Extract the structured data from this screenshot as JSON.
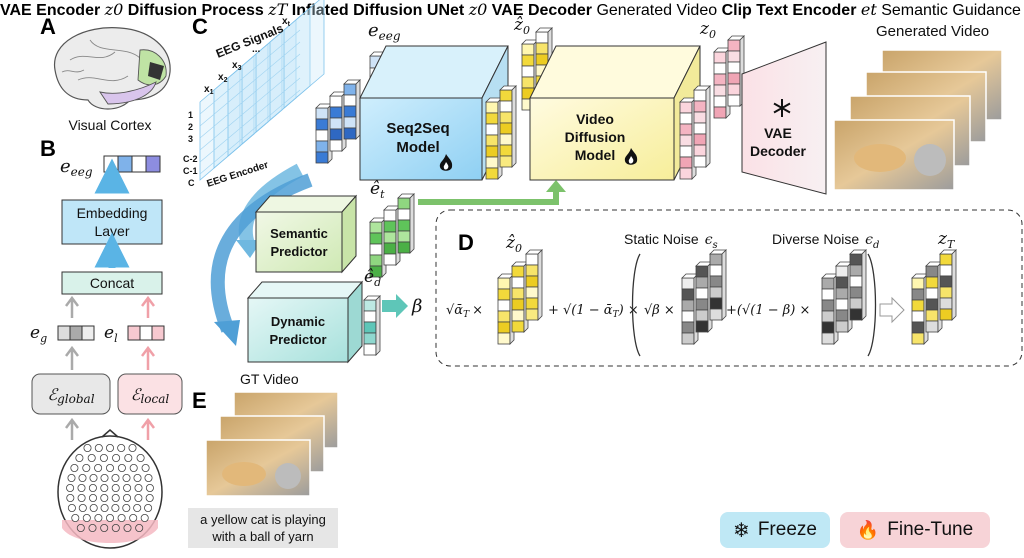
{
  "panels": {
    "a": "A",
    "b": "B",
    "c": "C",
    "d": "D",
    "e": "E"
  },
  "panel_a": {
    "label": "Visual Cortex"
  },
  "panel_b": {
    "e_eeg": "e",
    "e_eeg_sub": "eeg",
    "embedding": [
      "Embedding",
      "Layer"
    ],
    "concat": "Concat",
    "e_g": "e",
    "e_g_sub": "g",
    "e_l": "e",
    "e_l_sub": "l",
    "enc_global": "ℰ",
    "enc_global_sub": "global",
    "enc_local": "ℰ",
    "enc_local_sub": "local"
  },
  "panel_c": {
    "eeg_signals": "EEG Signals",
    "x_labels": [
      "x",
      "x",
      "x",
      "...",
      "x"
    ],
    "x_subs": [
      "1",
      "2",
      "3",
      "",
      "t"
    ],
    "row_labels": [
      "1",
      "2",
      "3",
      "C-2",
      "C-1",
      "C"
    ],
    "eeg_encoder": "EEG Encoder",
    "e_eeg": "e",
    "e_eeg_sub": "eeg",
    "z0hat": "ẑ",
    "z0hat_sub": "0",
    "z0": "z",
    "z0_sub": "0",
    "seq2seq": [
      "Seq2Seq",
      "Model"
    ],
    "vdm": [
      "Video",
      "Diffusion",
      "Model"
    ],
    "vae_decoder": [
      "VAE",
      "Decoder"
    ],
    "generated_video": "Generated Video",
    "et_hat": "ê",
    "et_hat_sub": "t",
    "ed_hat": "ê",
    "ed_hat_sub": "d",
    "semantic_predictor": [
      "Semantic",
      "Predictor"
    ],
    "dynamic_predictor": [
      "Dynamic",
      "Predictor"
    ],
    "beta": "β"
  },
  "panel_d": {
    "z0hat": "ẑ",
    "z0hat_sub": "0",
    "static_noise": "Static Noise",
    "eps_s": "ϵ",
    "eps_s_sub": "s",
    "diverse_noise": "Diverse Noise",
    "eps_d": "ϵ",
    "eps_d_sub": "d",
    "zT": "z",
    "zT_sub": "T",
    "term1": "√ᾱ",
    "term1_sub": "T",
    "times": "×",
    "term2": "+ √(1 − ᾱ",
    "term2_sub": "T",
    "term2_end": ") ×",
    "term3": "√β ×",
    "term4": "+(√(1 − β) ×"
  },
  "panel_e": {
    "gt_video": "GT Video",
    "caption": [
      "a yellow cat is playing",
      "with a ball of yarn"
    ],
    "vae_encoder": [
      "VAE",
      "Encoder"
    ],
    "z0": "z",
    "z0_sub": "0",
    "diffusion_process": [
      "Diffusion",
      "Process"
    ],
    "zT": "z",
    "zT_sub": "T",
    "inflated": [
      "Inflated",
      "Diffusion",
      "UNet"
    ],
    "z0b": "z",
    "z0b_sub": "0",
    "vae_decoder": [
      "VAE",
      "Decoder"
    ],
    "generated_video": "Generated Video",
    "clip": [
      "Clip Text",
      "Encoder"
    ],
    "et": "e",
    "et_sub": "t",
    "semantic_guidance": "Semantic Guidance"
  },
  "legend": {
    "freeze": "Freeze",
    "finetune": "Fine-Tune"
  },
  "colors": {
    "blue": "#3a7bd5",
    "yellow": "#f2d93b",
    "pink": "#f0a5b5",
    "green": "#5fc45a",
    "teal": "#5ec6b8",
    "arrow": "#5ab4e5",
    "green_arrow": "#7cc26b"
  }
}
